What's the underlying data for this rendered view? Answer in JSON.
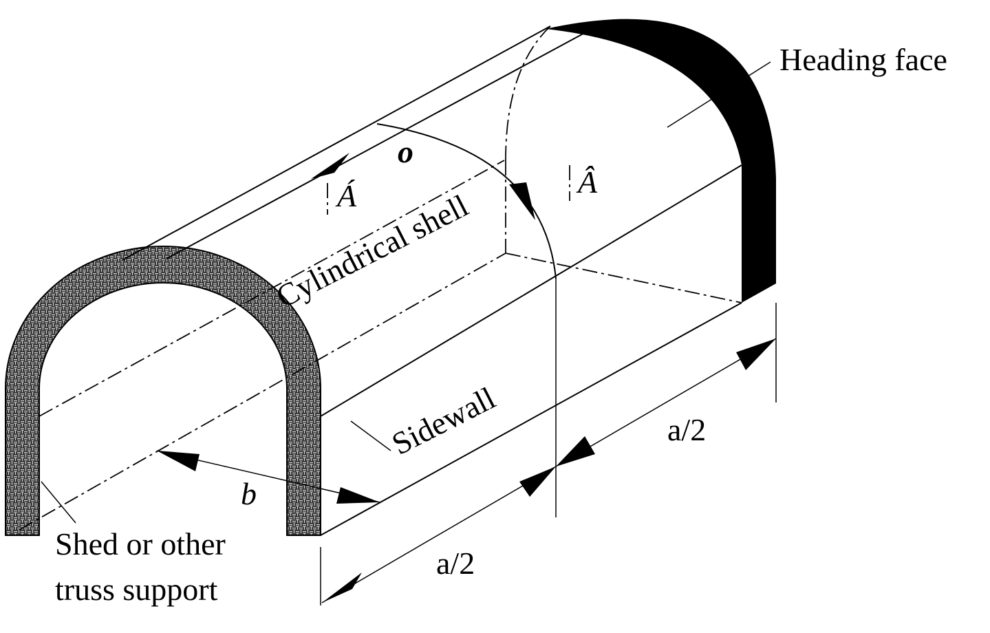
{
  "labels": {
    "heading_face": "Heading face",
    "cylindrical_shell": "Cylindrical shell",
    "sidewall": "Sidewall",
    "support_line1": "Shed or  other",
    "support_line2": "truss support",
    "dim_a_half_left": "a/2",
    "dim_a_half_right": "a/2",
    "dim_b": "b",
    "point_o": "o",
    "section_left": "Á",
    "section_right": "Â"
  }
}
